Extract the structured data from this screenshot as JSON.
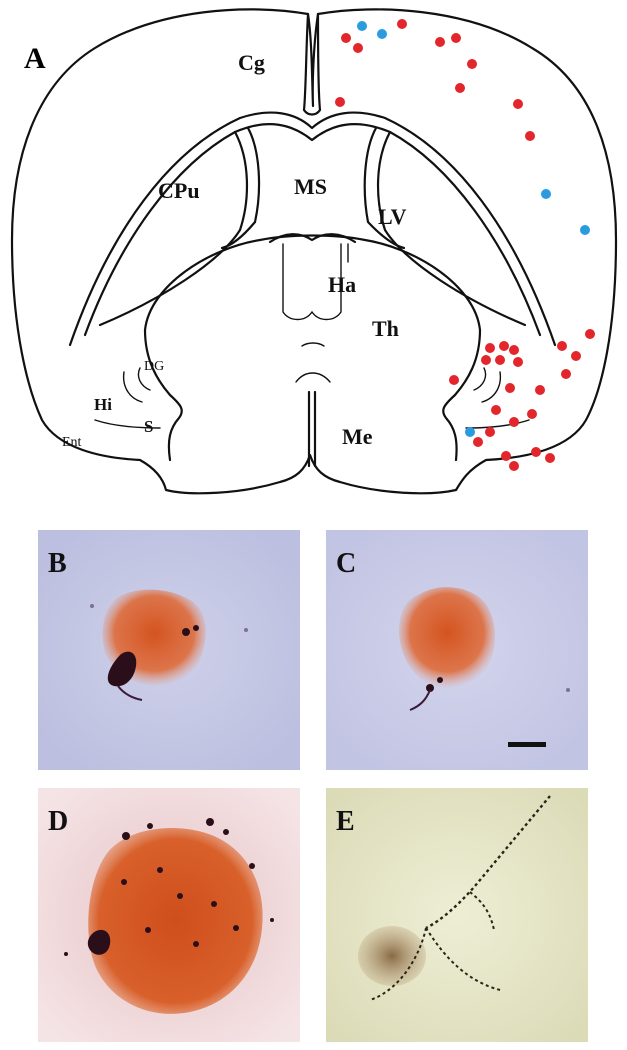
{
  "panels": {
    "a": "A",
    "b": "B",
    "c": "C",
    "d": "D",
    "e": "E"
  },
  "regions": {
    "cg": "Cg",
    "cpu": "CPu",
    "ms": "MS",
    "lv": "LV",
    "ha": "Ha",
    "th": "Th",
    "dg": "DG",
    "hi": "Hi",
    "s": "S",
    "ent": "Ent",
    "me": "Me"
  },
  "colors": {
    "red_marker": "#e2262b",
    "blue_marker": "#2b9be0",
    "stain_orange": "#d8602a",
    "background_lilac": "#c7c9e4",
    "background_pink": "#f0d6d8",
    "background_cream": "#e7e6c9"
  },
  "markers": {
    "red_count": 33,
    "blue_count": 5
  }
}
